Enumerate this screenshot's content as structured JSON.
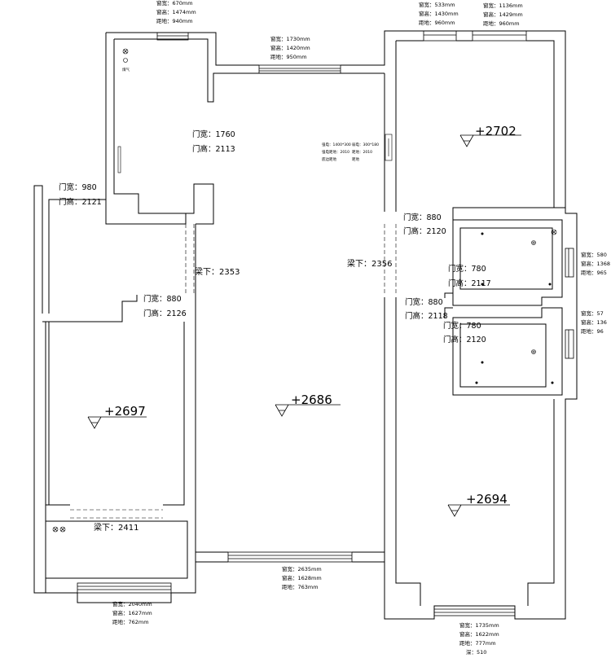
{
  "windows": {
    "top_left": {
      "lines": [
        "窗宽：670mm",
        "窗高：1474mm",
        "距地：940mm"
      ]
    },
    "top_center": {
      "lines": [
        "窗宽：1730mm",
        "窗高：1420mm",
        "距地：950mm"
      ]
    },
    "top_right_a": {
      "lines": [
        "窗宽：533mm",
        "窗高：1430mm",
        "距地：960mm"
      ]
    },
    "top_right_b": {
      "lines": [
        "窗宽：1136mm",
        "窗高：1429mm",
        "距地：960mm"
      ]
    },
    "right_upper": {
      "lines": [
        "窗宽：580",
        "窗高：1368",
        "距地：965"
      ]
    },
    "right_lower": {
      "lines": [
        "窗宽：57",
        "窗高：136",
        "距地：96"
      ]
    },
    "bottom_left": {
      "lines": [
        "窗宽：2040mm",
        "窗高：1627mm",
        "距地：762mm"
      ]
    },
    "bottom_center": {
      "lines": [
        "窗宽：2635mm",
        "窗高：1628mm",
        "距地：763mm"
      ]
    },
    "bottom_right": {
      "lines": [
        "窗宽：1735mm",
        "窗高：1622mm",
        "距地：777mm",
        "深：510"
      ]
    }
  },
  "doors": {
    "kitchen": {
      "width": "门宽：1760",
      "height": "门高：2113"
    },
    "left_top": {
      "width": "门宽：980",
      "height": "门高：2121"
    },
    "left_room": {
      "width": "门宽：880",
      "height": "门高：2126"
    },
    "right_bed": {
      "width": "门宽：880",
      "height": "门高：2120"
    },
    "bath_upper": {
      "width": "门宽：780",
      "height": "门高：2117"
    },
    "right_mid": {
      "width": "门宽：880",
      "height": "门高：2118"
    },
    "bath_lower": {
      "width": "门宽：780",
      "height": "门高：2120"
    }
  },
  "beams": {
    "left": "梁下：2353",
    "right": "梁下：2356",
    "bottom": "梁下：2411"
  },
  "elevations": {
    "top_right": "+2702",
    "left_room": "+2697",
    "center": "+2686",
    "bottom_right": "+2694"
  },
  "gas_label": "煤气",
  "meter_notes": [
    "强电：1400*300",
    "弱电：300*180",
    "强电距地：2010",
    "距地：2010",
    "底边距地",
    "距地"
  ]
}
